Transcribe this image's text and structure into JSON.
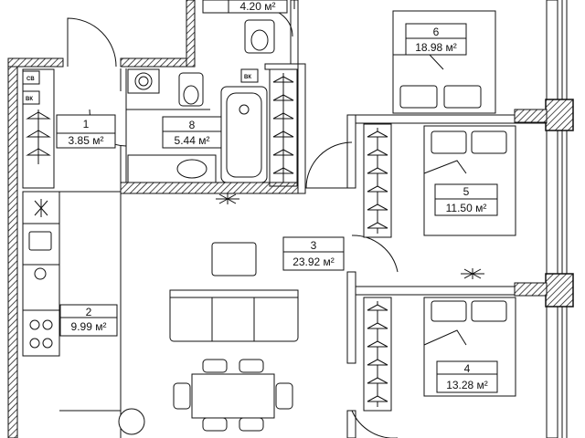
{
  "rooms": [
    {
      "num": "1",
      "area": "3.85 м²"
    },
    {
      "num": "2",
      "area": "9.99 м²"
    },
    {
      "num": "3",
      "area": "23.92 м²"
    },
    {
      "num": "4",
      "area": "13.28 м²"
    },
    {
      "num": "5",
      "area": "11.50 м²"
    },
    {
      "num": "6",
      "area": "18.98 м²"
    },
    {
      "num": "8",
      "area": "5.44 м²"
    },
    {
      "num": "",
      "area": "4.20 м²"
    }
  ],
  "riser_labels": {
    "ventilation_hall": "ВК",
    "ventilation_bath": "ВК",
    "shaft": "СВ"
  }
}
